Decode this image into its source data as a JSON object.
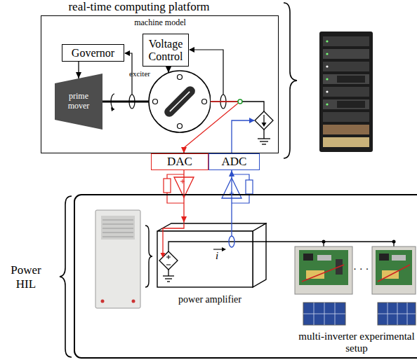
{
  "diagram": {
    "nodes": [
      {
        "text": [
          "real-time computing platform",
          "machine model"
        ]
      },
      {
        "text": [
          "Governor"
        ],
        "in": 0
      },
      {
        "text": [
          "Voltage Control"
        ],
        "in": 0
      },
      {
        "text": [
          "prime mover"
        ],
        "in": 0
      },
      {
        "text": [
          "exciter"
        ],
        "in": 0
      },
      {
        "text": [
          "DAC"
        ]
      },
      {
        "text": [
          "ADC"
        ]
      },
      {
        "text": [
          "power amplifier"
        ]
      }
    ],
    "edges": [
      {
        "from": 1,
        "to": 3,
        "arrow": "to"
      },
      {
        "from": 2,
        "to": 4,
        "arrow": "to"
      },
      {
        "from": 4,
        "to": 5,
        "arrow": "to"
      },
      {
        "from": 5,
        "to": 7,
        "arrow": "to"
      },
      {
        "from": 7,
        "to": 6,
        "arrow": "to"
      }
    ],
    "labels": [
      "Power HIL",
      "i",
      "· · ·",
      "multi-inverter experimental setup"
    ]
  }
}
